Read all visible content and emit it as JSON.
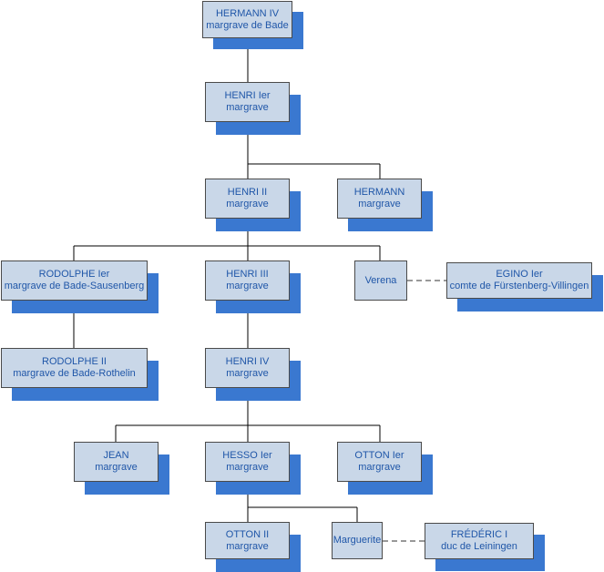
{
  "colors": {
    "box_fill": "#c9d7e8",
    "shadow": "#3a78d0",
    "text": "#1f56a8",
    "line": "#000000"
  },
  "nodes": {
    "hermann_iv": {
      "name": "HERMANN IV",
      "title": "margrave de Bade"
    },
    "henri_1": {
      "name": "HENRI Ier",
      "title": "margrave"
    },
    "henri_2": {
      "name": "HENRI II",
      "title": "margrave"
    },
    "hermann": {
      "name": "HERMANN",
      "title": "margrave"
    },
    "rodolphe_1": {
      "name": "RODOLPHE Ier",
      "title": "margrave de Bade-Sausenberg"
    },
    "henri_3": {
      "name": "HENRI III",
      "title": "margrave"
    },
    "verena": {
      "name": "Verena",
      "title": ""
    },
    "egino_1": {
      "name": "EGINO Ier",
      "title": "comte de Fürstenberg-Villingen"
    },
    "rodolphe_2": {
      "name": "RODOLPHE II",
      "title": "margrave de Bade-Rothelin"
    },
    "henri_4": {
      "name": "HENRI IV",
      "title": "margrave"
    },
    "jean": {
      "name": "JEAN",
      "title": "margrave"
    },
    "hesso_1": {
      "name": "HESSO Ier",
      "title": "margrave"
    },
    "otton_1": {
      "name": "OTTON Ier",
      "title": "margrave"
    },
    "otton_2": {
      "name": "OTTON II",
      "title": "margrave"
    },
    "marguerite": {
      "name": "Marguerite",
      "title": ""
    },
    "frederic_1": {
      "name": "FRÉDÉRIC I",
      "title": "duc de Leiningen"
    }
  }
}
